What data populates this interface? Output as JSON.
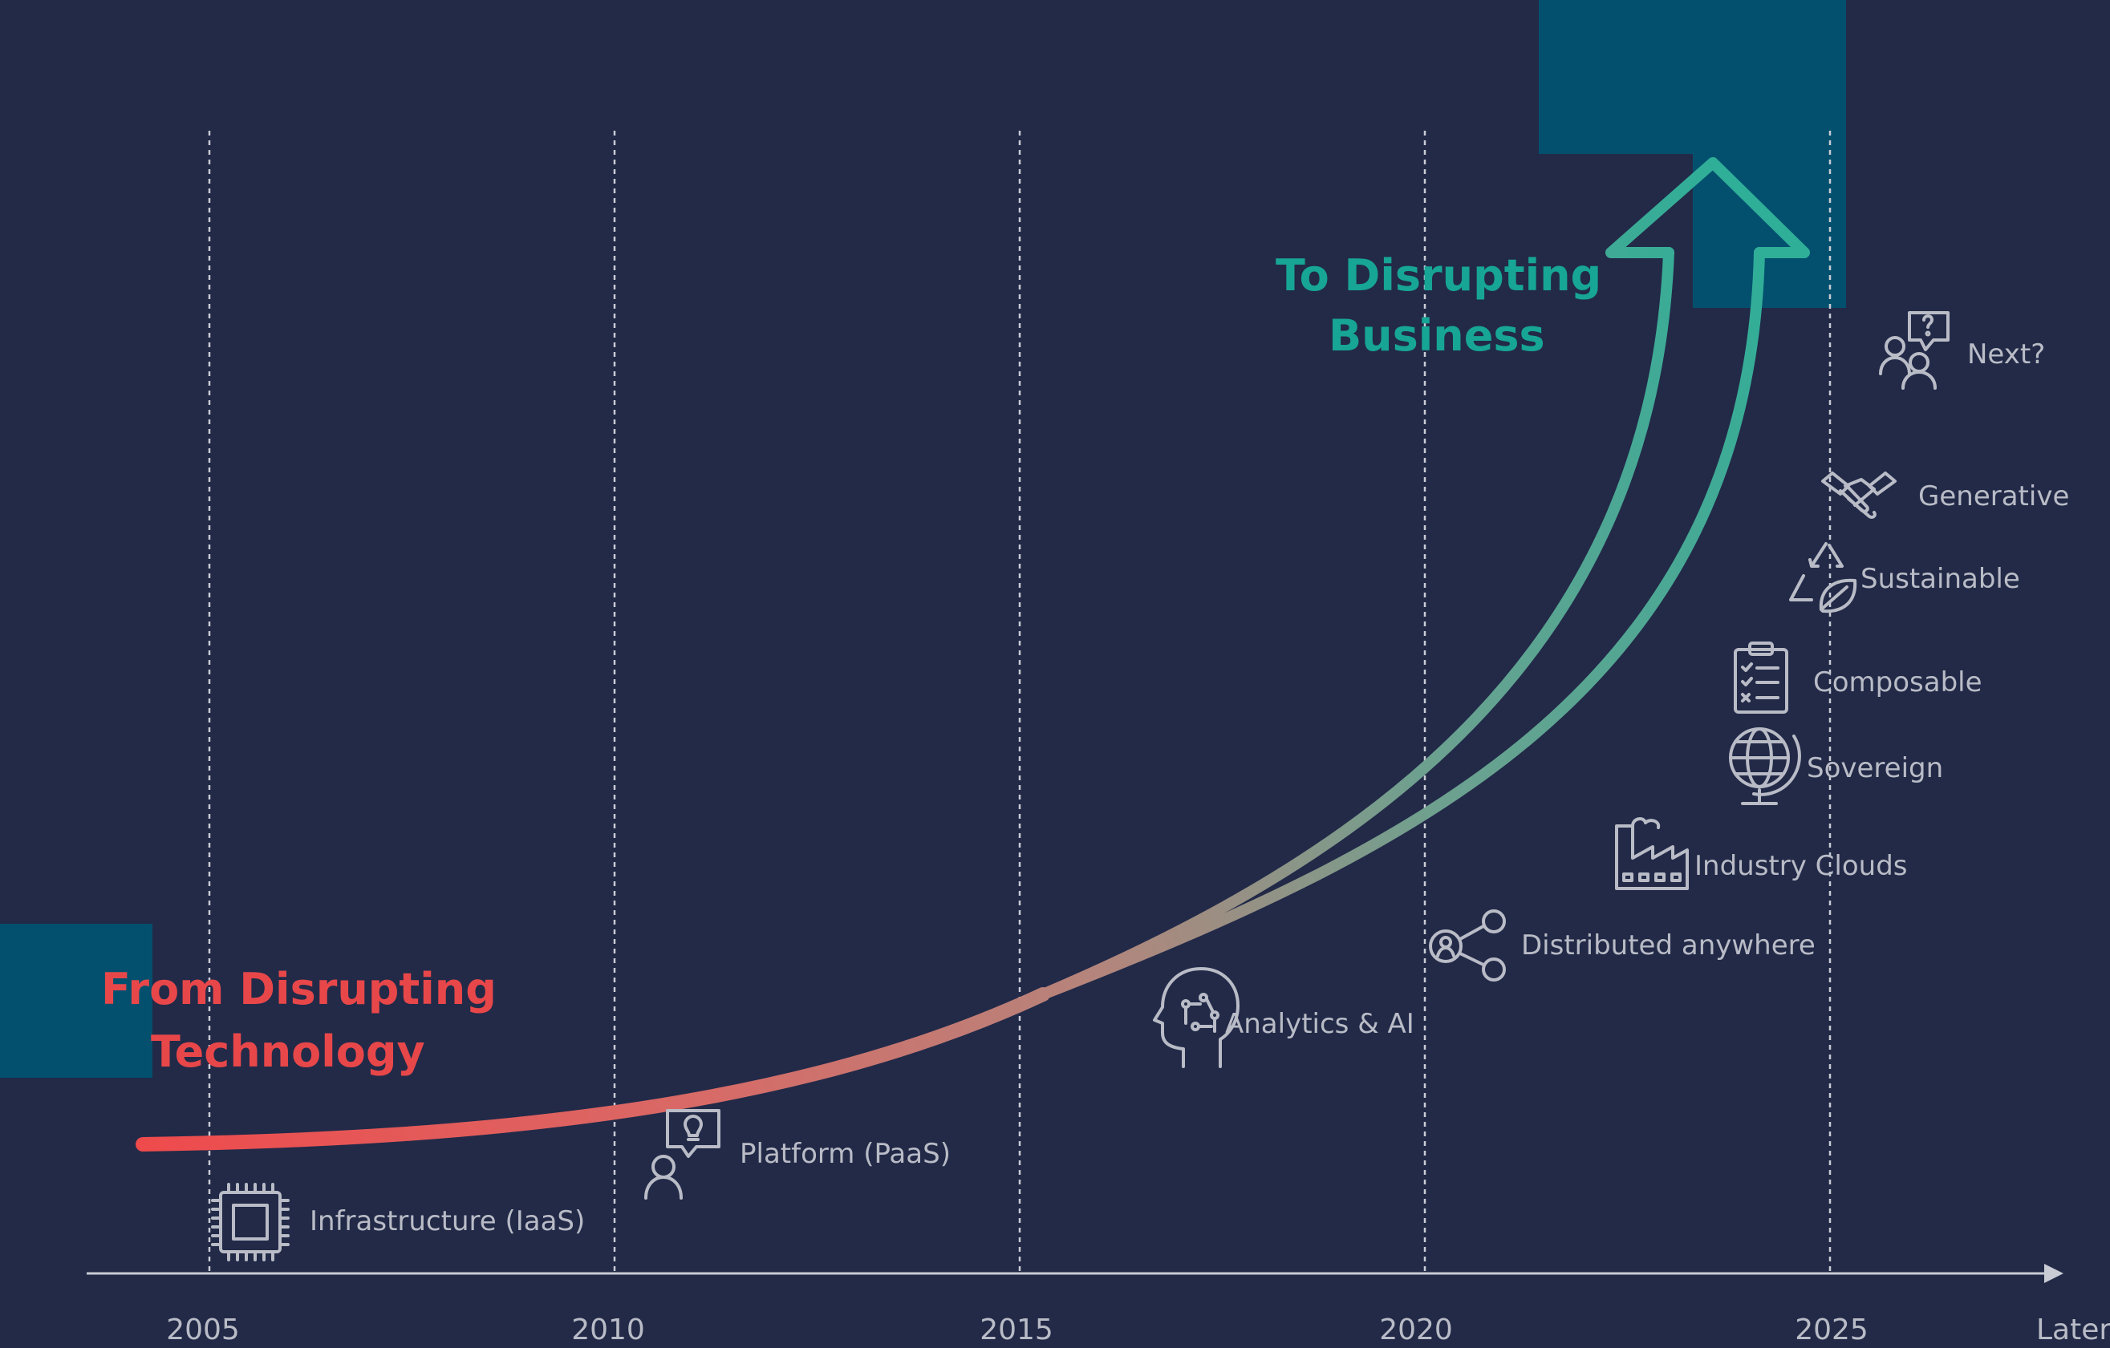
{
  "timeline": {
    "years": [
      "2005",
      "2010",
      "2015",
      "2020",
      "2025"
    ],
    "end_label": "Later"
  },
  "headline": {
    "from_line1": "From Disrupting",
    "from_line2": "Technology",
    "to_line1": "To Disrupting",
    "to_line2": "Business"
  },
  "milestones": [
    {
      "label": "Infrastructure (IaaS)",
      "icon": "cpu-chip-icon"
    },
    {
      "label": "Platform (PaaS)",
      "icon": "person-idea-icon"
    },
    {
      "label": "Analytics & AI",
      "icon": "ai-head-icon"
    },
    {
      "label": "Distributed anywhere",
      "icon": "share-network-icon"
    },
    {
      "label": "Industry Clouds",
      "icon": "factory-icon"
    },
    {
      "label": "Sovereign",
      "icon": "globe-icon"
    },
    {
      "label": "Composable",
      "icon": "clipboard-checklist-icon"
    },
    {
      "label": "Sustainable",
      "icon": "recycle-leaf-icon"
    },
    {
      "label": "Generative",
      "icon": "handshake-icon"
    },
    {
      "label": "Next?",
      "icon": "people-question-icon"
    }
  ],
  "colors": {
    "background": "#222a48",
    "accent_block": "#02506e",
    "red": "#e8474a",
    "teal": "#17a596",
    "text": "#b9bcc6"
  }
}
